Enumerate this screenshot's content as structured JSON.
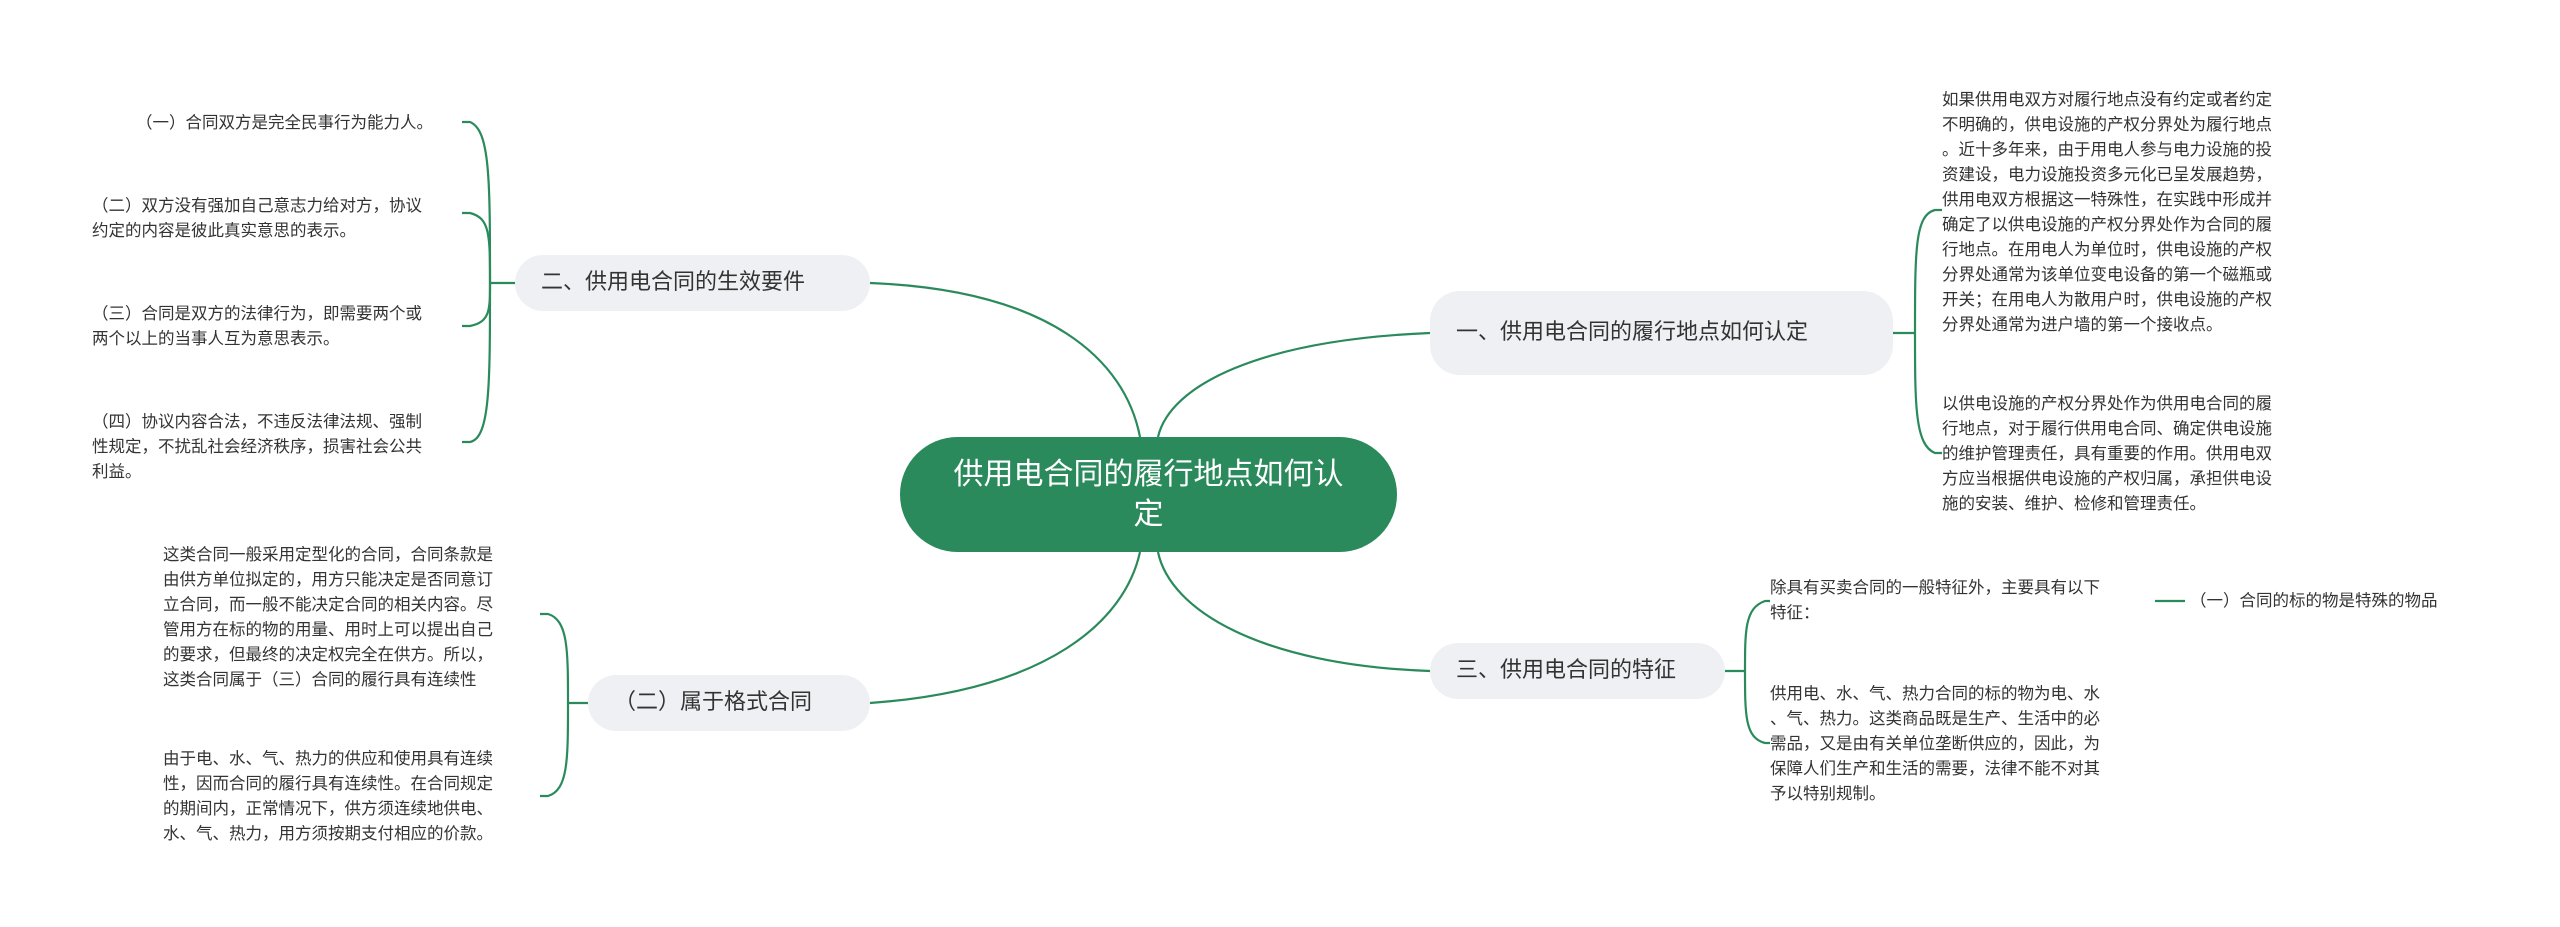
{
  "root": {
    "title": "供用电合同的履行地点如何认定"
  },
  "branches": {
    "effect": {
      "title": "二、供用电合同的生效要件",
      "items": [
        "（一）合同双方是完全民事行为能力人。",
        "（二）双方没有强加自己意志力给对方，协议\n约定的内容是彼此真实意思的表示。",
        "（三）合同是双方的法律行为，即需要两个或\n两个以上的当事人互为意思表示。",
        "（四）协议内容合法，不违反法律法规、强制\n性规定，不扰乱社会经济秩序，损害社会公共\n利益。"
      ]
    },
    "format": {
      "title": "（二）属于格式合同",
      "items": [
        "这类合同一般采用定型化的合同，合同条款是\n由供方单位拟定的，用方只能决定是否同意订\n立合同，而一般不能决定合同的相关内容。尽\n管用方在标的物的用量、用时上可以提出自己\n的要求，但最终的决定权完全在供方。所以，\n这类合同属于（三）合同的履行具有连续性",
        "由于电、水、气、热力的供应和使用具有连续\n性，因而合同的履行具有连续性。在合同规定\n的期间内，正常情况下，供方须连续地供电、\n水、气、热力，用方须按期支付相应的价款。"
      ]
    },
    "location": {
      "title": "一、供用电合同的履行地点如何认定",
      "items": [
        "如果供用电双方对履行地点没有约定或者约定\n不明确的，供电设施的产权分界处为履行地点\n。近十多年来，由于用电人参与电力设施的投\n资建设，电力设施投资多元化已呈发展趋势，\n供用电双方根据这一特殊性，在实践中形成并\n确定了以供电设施的产权分界处作为合同的履\n行地点。在用电人为单位时，供电设施的产权\n分界处通常为该单位变电设备的第一个磁瓶或\n开关；在用电人为散用户时，供电设施的产权\n分界处通常为进户墙的第一个接收点。",
        "以供电设施的产权分界处作为供用电合同的履\n行地点，对于履行供用电合同、确定供电设施\n的维护管理责任，具有重要的作用。供用电双\n方应当根据供电设施的产权归属，承担供电设\n施的安装、维护、检修和管理责任。"
      ]
    },
    "features": {
      "title": "三、供用电合同的特征",
      "items": [
        "除具有买卖合同的一般特征外，主要具有以下\n特征：",
        "供用电、水、气、热力合同的标的物为电、水\n、气、热力。这类商品既是生产、生活中的必\n需品，又是由有关单位垄断供应的，因此，为\n保障人们生产和生活的需要，法律不能不对其\n予以特别规制。"
      ],
      "sub_item": "（一）合同的标的物是特殊的物品"
    }
  },
  "colors": {
    "accent": "#2a8a5c",
    "node_bg": "#eef0f3",
    "text": "#333333"
  }
}
